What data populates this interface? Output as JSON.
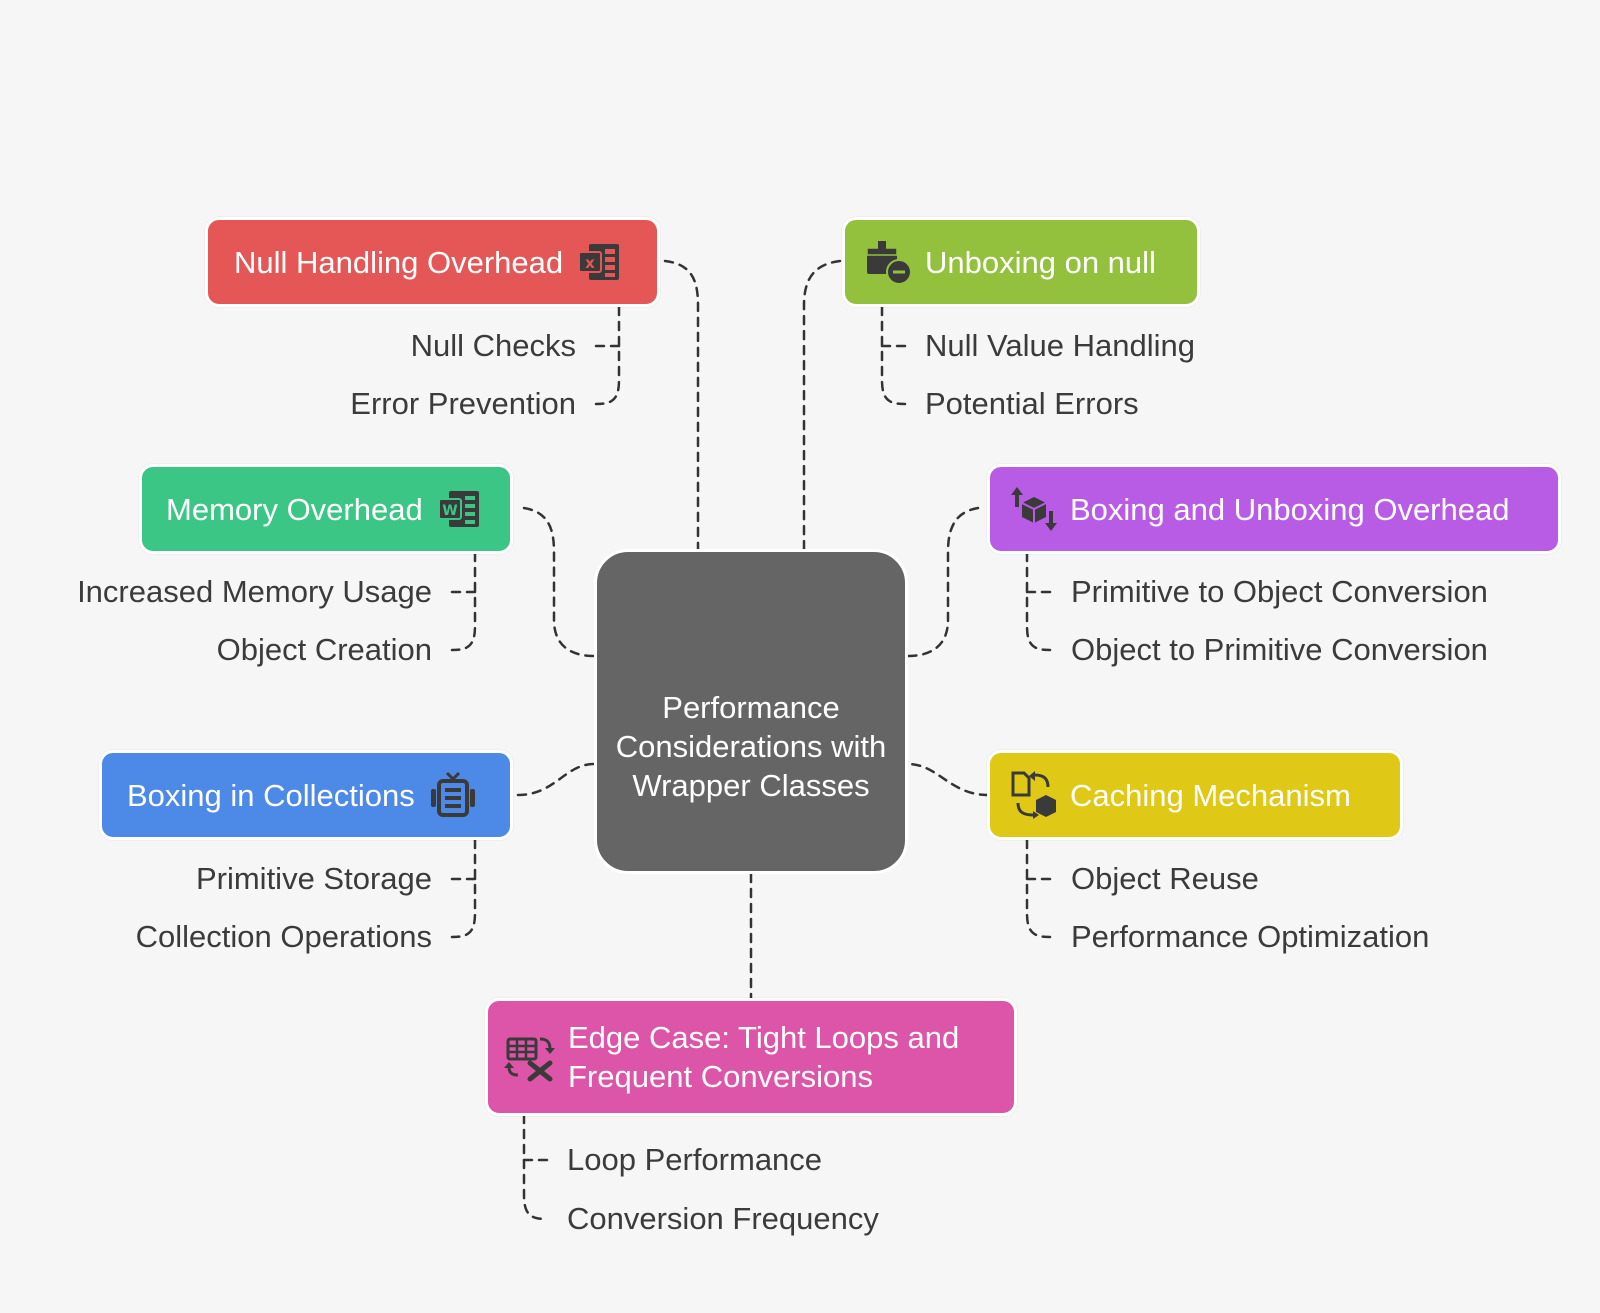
{
  "center": {
    "label": "Performance Considerations with Wrapper Classes"
  },
  "colors": {
    "background": "#f6f6f6",
    "center": "#656565",
    "null_handling": "#e55757",
    "unboxing_null": "#93c13d",
    "memory": "#3cc686",
    "boxing_overhead": "#b85ce6",
    "collections": "#4d8ae8",
    "caching": "#e0c916",
    "edge_case": "#dd55a8",
    "icon": "#3a3a3a",
    "text": "#3b3b3b",
    "connector": "#333333"
  },
  "branches": {
    "null_handling": {
      "title": "Null Handling Overhead",
      "icon": "excel-icon",
      "items": [
        "Null Checks",
        "Error Prevention"
      ]
    },
    "unboxing_null": {
      "title": "Unboxing on null",
      "icon": "package-minus-icon",
      "items": [
        "Null Value Handling",
        "Potential Errors"
      ]
    },
    "memory": {
      "title": "Memory Overhead",
      "icon": "word-icon",
      "items": [
        "Increased Memory Usage",
        "Object Creation"
      ]
    },
    "boxing_overhead": {
      "title": "Boxing and Unboxing Overhead",
      "icon": "box-transfer-icon",
      "items": [
        "Primitive to Object Conversion",
        "Object to Primitive Conversion"
      ]
    },
    "collections": {
      "title": "Boxing in Collections",
      "icon": "collection-box-icon",
      "items": [
        "Primitive Storage",
        "Collection Operations"
      ]
    },
    "caching": {
      "title": "Caching Mechanism",
      "icon": "cache-cycle-icon",
      "items": [
        "Object Reuse",
        "Performance Optimization"
      ]
    },
    "edge_case": {
      "title": "Edge Case: Tight Loops and Frequent Conversions",
      "title_lines": [
        "Edge Case: Tight Loops and",
        "Frequent Conversions"
      ],
      "icon": "table-convert-icon",
      "items": [
        "Loop Performance",
        "Conversion Frequency"
      ]
    }
  }
}
